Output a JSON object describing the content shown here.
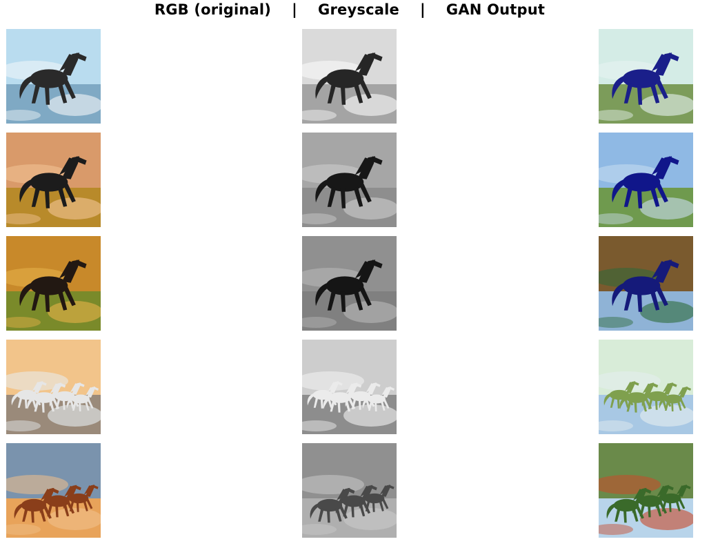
{
  "figure": {
    "title": "RGB (original)    |    Greyscale    |    GAN Output",
    "columns": [
      "RGB (original)",
      "Greyscale",
      "GAN Output"
    ]
  },
  "rows": [
    {
      "subject": "black horse galloping on beach surf",
      "original_colors": {
        "sky": "#b9dcef",
        "ground": "#7fa9c4",
        "accent": "#f4f7f9",
        "subject": "#2a2a2a"
      },
      "gan_colors": {
        "sky": "#d4ece6",
        "ground": "#7c9c5a",
        "accent": "#e8f4f2",
        "subject": "#1a1f8a"
      }
    },
    {
      "subject": "black horse rearing in field at sunset",
      "original_colors": {
        "sky": "#d99a6a",
        "ground": "#b88a2a",
        "accent": "#f2c496",
        "subject": "#1c1c1c"
      },
      "gan_colors": {
        "sky": "#8fb9e4",
        "ground": "#6f9a4e",
        "accent": "#c9def0",
        "subject": "#10168a"
      }
    },
    {
      "subject": "dark horse trotting in autumn forest",
      "original_colors": {
        "sky": "#c8892a",
        "ground": "#7a8a2a",
        "accent": "#e8b24a",
        "subject": "#221812"
      },
      "gan_colors": {
        "sky": "#7a5a2e",
        "ground": "#8fb3d6",
        "accent": "#2e6a3a",
        "subject": "#151a7a"
      }
    },
    {
      "subject": "four white horses running through water",
      "original_colors": {
        "sky": "#f2c48a",
        "ground": "#9a8a7a",
        "accent": "#e8eef2",
        "subject": "#e6e6e6"
      },
      "gan_colors": {
        "sky": "#d8ecd8",
        "ground": "#a8c8e4",
        "accent": "#e6eef0",
        "subject": "#7fa04e"
      }
    },
    {
      "subject": "herd of brown horses running in dust",
      "original_colors": {
        "sky": "#7a93ad",
        "ground": "#e8a35a",
        "accent": "#f0c08a",
        "subject": "#8a3e1a"
      },
      "gan_colors": {
        "sky": "#6a8a4a",
        "ground": "#b8d4ea",
        "accent": "#c84a2a",
        "subject": "#3a6a2a"
      }
    }
  ]
}
